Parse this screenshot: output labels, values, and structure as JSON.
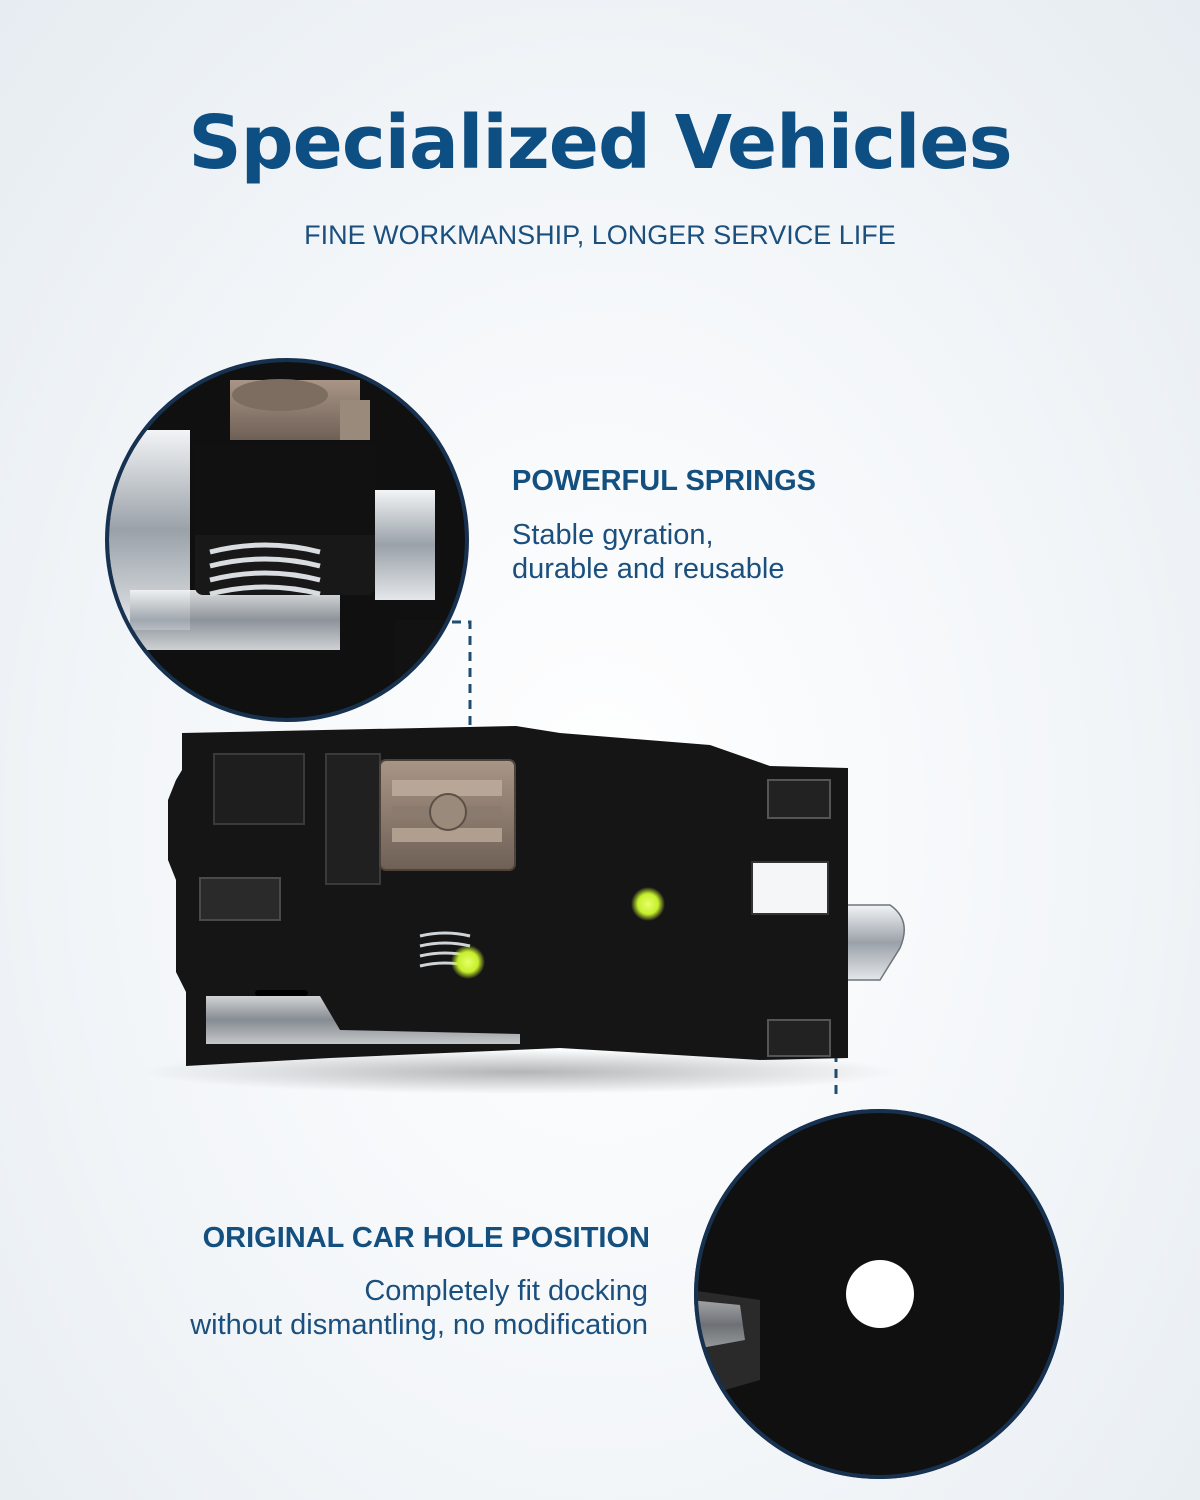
{
  "header": {
    "title": "Specialized Vehicles",
    "subtitle": "FINE WORKMANSHIP, LONGER SERVICE LIFE"
  },
  "features": [
    {
      "heading": "POWERFUL SPRINGS",
      "description_line1": "Stable gyration,",
      "description_line2": "durable and reusable"
    },
    {
      "heading": "ORIGINAL CAR HOLE POSITION",
      "description_line1": "Completely fit docking",
      "description_line2": "without dismantling, no modification"
    }
  ],
  "colors": {
    "title_blue": "#0e4f83",
    "text_blue": "#1a4f7e",
    "dash_line": "#1f4e72",
    "highlight_dot": "#c6ef2b",
    "part_black": "#151515",
    "brass": "#8a7a6c",
    "chrome": "#c9cdd2"
  }
}
